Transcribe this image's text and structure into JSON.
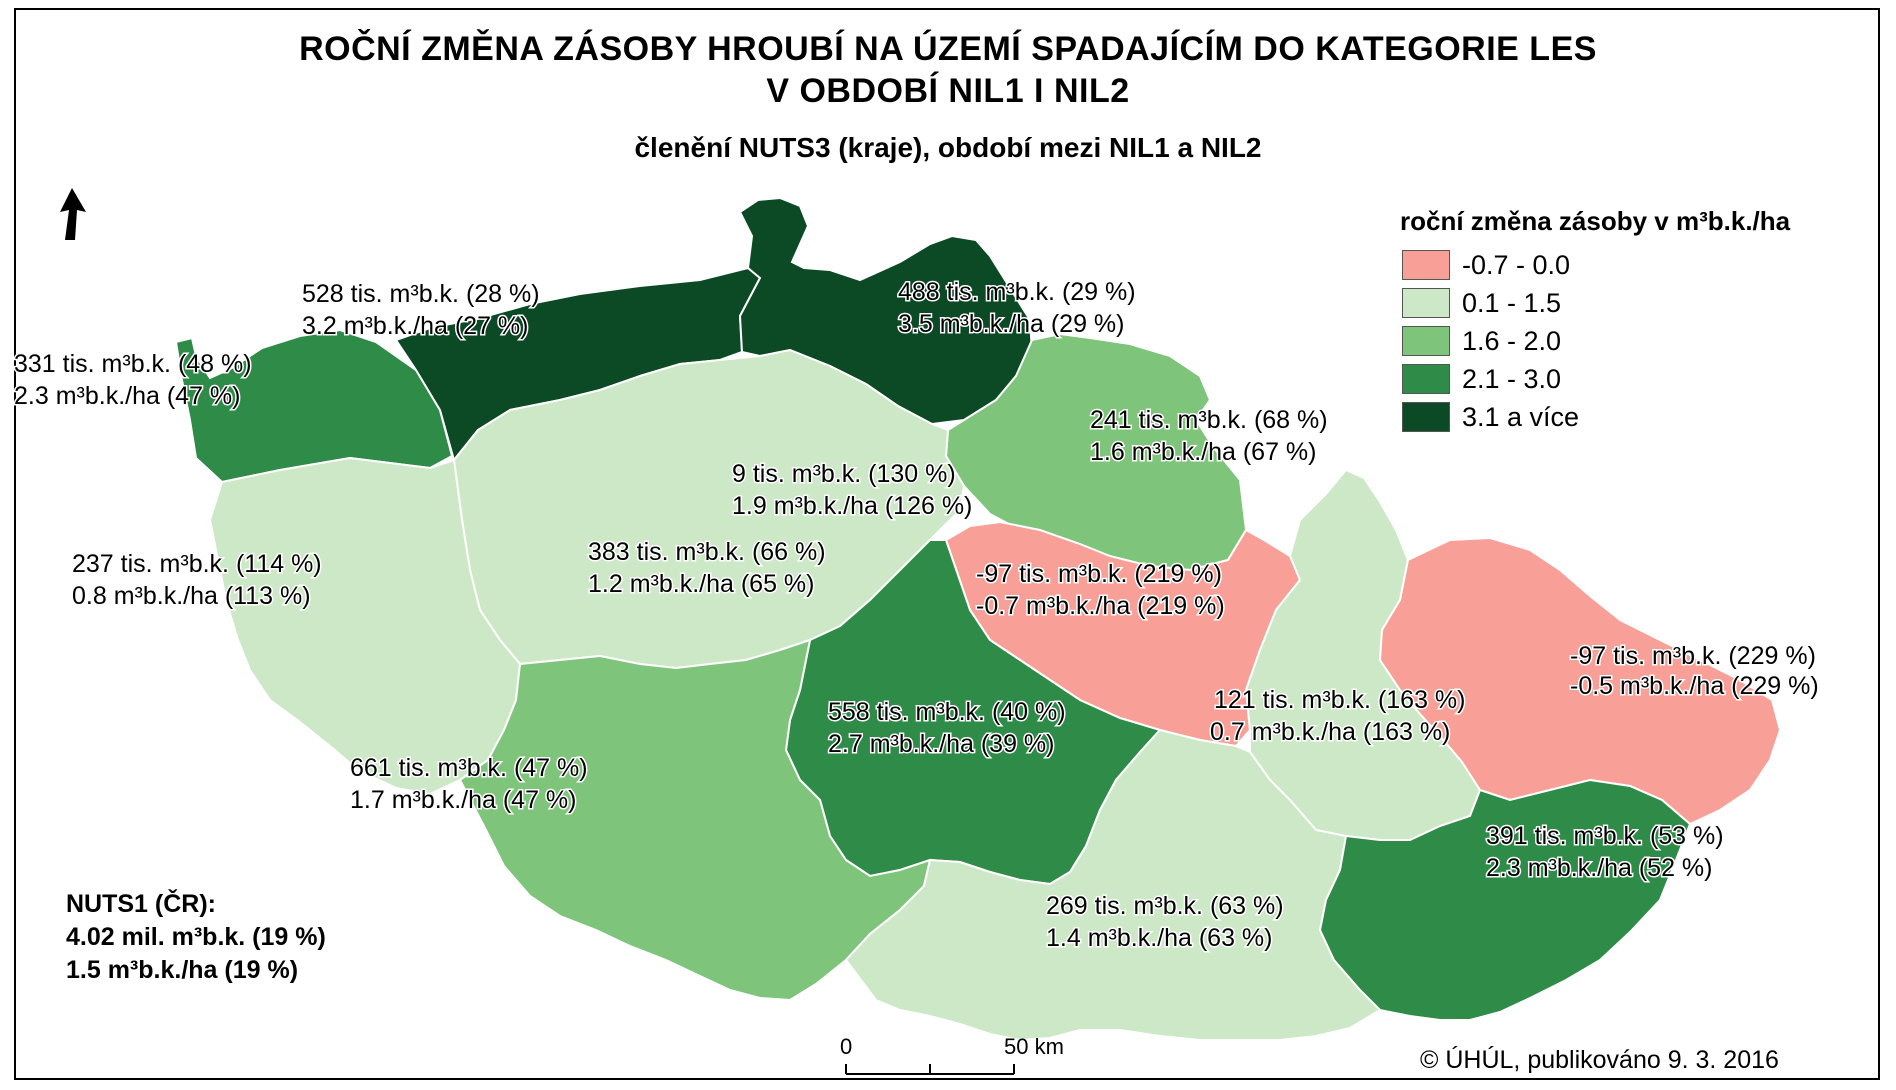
{
  "title_line1": "ROČNÍ ZMĚNA ZÁSOBY HROUBÍ NA ÚZEMÍ SPADAJÍCÍM DO KATEGORIE LES",
  "title_line2": "V OBDOBÍ NIL1 I NIL2",
  "subtitle": "členění NUTS3 (kraje), období mezi NIL1 a NIL2",
  "north_arrow_icon": "north-arrow-icon",
  "legend": {
    "title": "roční změna zásoby v m³b.k./ha",
    "items": [
      {
        "label": "-0.7 - 0.0",
        "color": "#f8a097"
      },
      {
        "label": "0.1 - 1.5",
        "color": "#cde8c6"
      },
      {
        "label": "1.6 - 2.0",
        "color": "#7fc47b"
      },
      {
        "label": "2.1 - 3.0",
        "color": "#2e8b48"
      },
      {
        "label": "3.1 a více",
        "color": "#0b4a25"
      }
    ]
  },
  "regions": [
    {
      "id": "karlovarsky",
      "class_index": 3,
      "line1": "331 tis. m³b.k. (48 %)",
      "line2": "2.3 m³b.k./ha (47 %)"
    },
    {
      "id": "ustecky",
      "class_index": 4,
      "line1": "528 tis. m³b.k. (28 %)",
      "line2": "3.2 m³b.k./ha (27 %)"
    },
    {
      "id": "liberecky",
      "class_index": 4,
      "line1": "488 tis. m³b.k. (29 %)",
      "line2": "3.5 m³b.k./ha (29 %)"
    },
    {
      "id": "kralovehradecky",
      "class_index": 2,
      "line1": "241 tis. m³b.k. (68 %)",
      "line2": "1.6 m³b.k./ha (67 %)"
    },
    {
      "id": "praha",
      "class_index": 2,
      "line1": "9 tis. m³b.k. (130 %)",
      "line2": "1.9 m³b.k./ha (126 %)"
    },
    {
      "id": "stredocesky",
      "class_index": 1,
      "line1": "383 tis. m³b.k. (66 %)",
      "line2": "1.2 m³b.k./ha (65 %)"
    },
    {
      "id": "plzensky",
      "class_index": 1,
      "line1": "237 tis. m³b.k. (114 %)",
      "line2": "0.8 m³b.k./ha (113 %)"
    },
    {
      "id": "pardubicky",
      "class_index": 0,
      "line1": "-97 tis. m³b.k. (219 %)",
      "line2": "-0.7 m³b.k./ha (219 %)"
    },
    {
      "id": "olomoucky",
      "class_index": 1,
      "line1": "121 tis. m³b.k. (163 %)",
      "line2": "0.7 m³b.k./ha (163 %)"
    },
    {
      "id": "moravskoslezsky",
      "class_index": 0,
      "line1": "-97 tis. m³b.k. (229 %)",
      "line2": "-0.5 m³b.k./ha (229 %)"
    },
    {
      "id": "vysocina",
      "class_index": 3,
      "line1": "558 tis. m³b.k. (40 %)",
      "line2": "2.7 m³b.k./ha (39 %)"
    },
    {
      "id": "jihocesky",
      "class_index": 2,
      "line1": "661 tis. m³b.k. (47 %)",
      "line2": "1.7 m³b.k./ha (47 %)"
    },
    {
      "id": "jihomoravsky",
      "class_index": 1,
      "line1": "269 tis. m³b.k. (63 %)",
      "line2": "1.4 m³b.k./ha (63 %)"
    },
    {
      "id": "zlinsky",
      "class_index": 3,
      "line1": "391 tis. m³b.k. (53 %)",
      "line2": "2.3 m³b.k./ha (52 %)"
    }
  ],
  "nuts1": {
    "line1": "NUTS1 (ČR):",
    "line2": "4.02 mil. m³b.k. (19 %)",
    "line3": "1.5 m³b.k./ha (19 %)"
  },
  "scale": {
    "start": "0",
    "end": "50 km"
  },
  "credit": "© ÚHÚL, publikováno 9. 3. 2016"
}
